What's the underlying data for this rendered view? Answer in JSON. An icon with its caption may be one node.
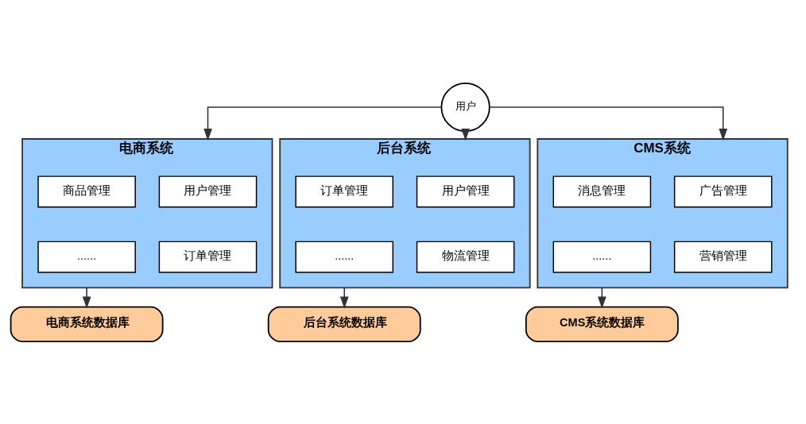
{
  "diagram": {
    "nodes": [
      {
        "text": [
          "用户"
        ]
      },
      {
        "text": [
          "电商系统"
        ]
      },
      {
        "text": [
          "用户管理"
        ],
        "in": 1
      },
      {
        "text": [
          "商品管理"
        ],
        "in": 1
      },
      {
        "text": [
          "订单管理"
        ],
        "in": 1
      },
      {
        "text": [
          "......"
        ],
        "in": 1
      },
      {
        "text": [
          "后台系统"
        ]
      },
      {
        "text": [
          "用户管理"
        ],
        "in": 6
      },
      {
        "text": [
          "订单管理"
        ],
        "in": 6
      },
      {
        "text": [
          "物流管理"
        ],
        "in": 6
      },
      {
        "text": [
          "......"
        ],
        "in": 6
      },
      {
        "text": [
          "CMS系统"
        ]
      },
      {
        "text": [
          "广告管理"
        ],
        "in": 11
      },
      {
        "text": [
          "消息管理"
        ],
        "in": 11
      },
      {
        "text": [
          "营销管理"
        ],
        "in": 11
      },
      {
        "text": [
          "......"
        ],
        "in": 11
      },
      {
        "text": [
          "电商系统数据库"
        ]
      },
      {
        "text": [
          "后台系统数据库"
        ]
      },
      {
        "text": [
          "CMS系统数据库"
        ]
      }
    ],
    "edges": [
      {
        "from": 0,
        "to": 1,
        "arrow": "to"
      },
      {
        "from": 0,
        "to": 6,
        "arrow": "to"
      },
      {
        "from": 0,
        "to": 11,
        "arrow": "to"
      },
      {
        "from": 1,
        "to": 16,
        "arrow": "to"
      },
      {
        "from": 6,
        "to": 17,
        "arrow": "to"
      },
      {
        "from": 11,
        "to": 18,
        "arrow": "to"
      }
    ]
  }
}
